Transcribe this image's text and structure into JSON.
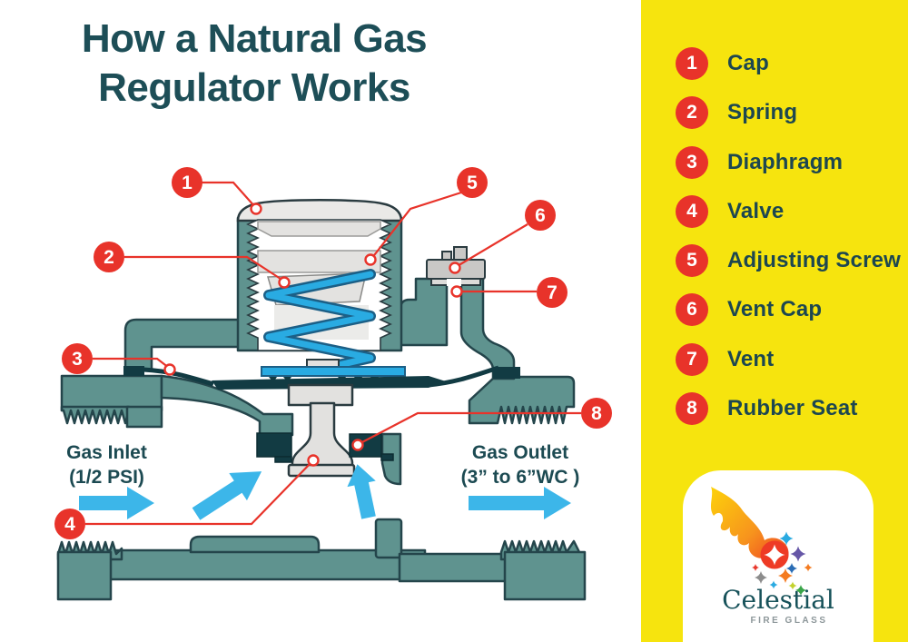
{
  "title": {
    "line1": "How a Natural Gas",
    "line2": "Regulator Works"
  },
  "legend": {
    "items": [
      {
        "number": "1",
        "label": "Cap"
      },
      {
        "number": "2",
        "label": "Spring"
      },
      {
        "number": "3",
        "label": "Diaphragm"
      },
      {
        "number": "4",
        "label": "Valve"
      },
      {
        "number": "5",
        "label": "Adjusting Screw"
      },
      {
        "number": "6",
        "label": "Vent Cap"
      },
      {
        "number": "7",
        "label": "Vent"
      },
      {
        "number": "8",
        "label": "Rubber Seat"
      }
    ]
  },
  "diagram": {
    "inlet_label": {
      "line1": "Gas Inlet",
      "line2": "(1/2 PSI)"
    },
    "outlet_label": {
      "line1": "Gas Outlet",
      "line2": "(3” to 6”WC )"
    }
  },
  "logo": {
    "name": "Celestial",
    "subtitle": "FIRE GLASS"
  },
  "colors": {
    "panel_yellow": "#f6e40e",
    "callout_red": "#e8332a",
    "body_teal": "#5f938f",
    "outline_teal": "#24454b",
    "dark_teal": "#123b43",
    "spring_blue": "#29abe2",
    "arrow_blue": "#3cb6e9",
    "title_text": "#1d4e57",
    "cap_gray": "#eae9e7"
  }
}
